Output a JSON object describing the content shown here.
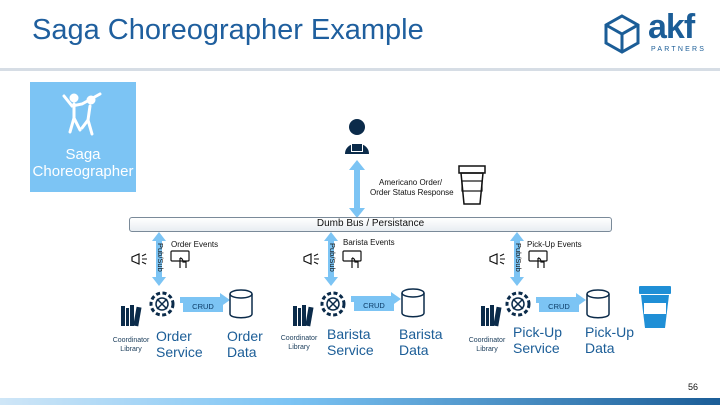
{
  "slide": {
    "title": "Saga Choreographer Example",
    "page_number": "56"
  },
  "logo": {
    "text": "akf",
    "subtitle": "PARTNERS"
  },
  "saga": {
    "label_line1": "Saga",
    "label_line2": "Choreographer"
  },
  "customer": {
    "arrow_label_line1": "Americano Order/",
    "arrow_label_line2": "Order Status Response"
  },
  "bus": {
    "label": "Dumb Bus / Persistance"
  },
  "services": [
    {
      "events": "Order Events",
      "pubsub": "Pub/Sub",
      "lib_line1": "Coordinator",
      "lib_line2": "Library",
      "svc_line1": "Order",
      "svc_line2": "Service",
      "crud": "CRUD",
      "data_line1": "Order",
      "data_line2": "Data"
    },
    {
      "events": "Barista Events",
      "pubsub": "Pub/Sub",
      "lib_line1": "Coordinator",
      "lib_line2": "Library",
      "svc_line1": "Barista",
      "svc_line2": "Service",
      "crud": "CRUD",
      "data_line1": "Barista",
      "data_line2": "Data"
    },
    {
      "events": "Pick-Up Events",
      "pubsub": "Pub/Sub",
      "lib_line1": "Coordinator",
      "lib_line2": "Library",
      "svc_line1": "Pick-Up",
      "svc_line2": "Service",
      "crud": "CRUD",
      "data_line1": "Pick-Up",
      "data_line2": "Data"
    }
  ],
  "colors": {
    "primary": "#1b5d97",
    "accent": "#7cc4f4"
  }
}
